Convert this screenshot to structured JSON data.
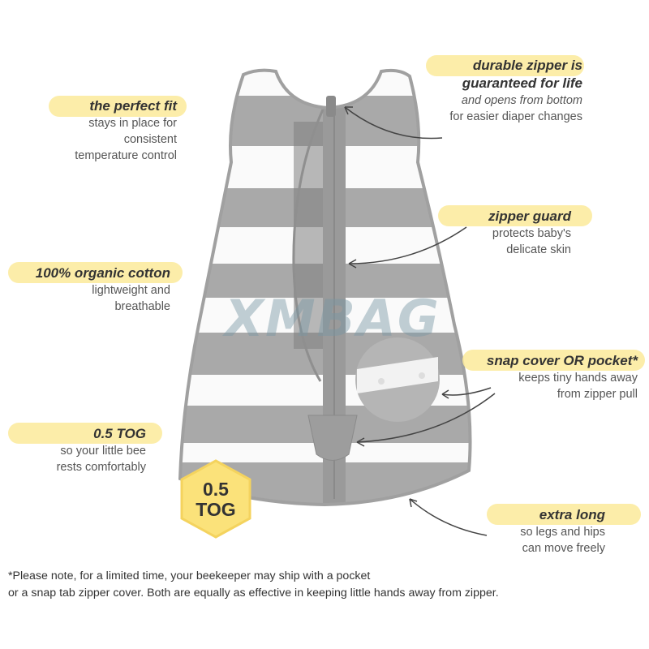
{
  "callouts": {
    "perfect_fit": {
      "title": "the perfect fit",
      "desc": [
        "stays in place for",
        "consistent",
        "temperature control"
      ]
    },
    "organic_cotton": {
      "title": "100% organic cotton",
      "desc": [
        "lightweight and",
        "breathable"
      ]
    },
    "tog": {
      "title": "0.5 TOG",
      "desc": [
        "so your little bee",
        "rests comfortably"
      ]
    },
    "durable_zipper": {
      "title": [
        "durable zipper is",
        "guaranteed for life"
      ],
      "desc_em": "and opens from bottom",
      "desc": [
        "for easier diaper changes"
      ]
    },
    "zipper_guard": {
      "title": "zipper guard",
      "desc": [
        "protects baby's",
        "delicate skin"
      ]
    },
    "snap_cover": {
      "title": "snap cover OR pocket*",
      "desc": [
        "keeps tiny hands away",
        "from zipper pull"
      ]
    },
    "extra_long": {
      "title": "extra long",
      "desc": [
        "so legs and hips",
        "can move freely"
      ]
    }
  },
  "badge": {
    "line1": "0.5",
    "line2": "TOG",
    "color": "#fbe27a"
  },
  "watermark": "XMBAG",
  "note": [
    "*Please note, for a limited time, your beekeeper may ship with a pocket",
    "or a snap tab zipper cover. Both are equally as effective  in keeping little hands away from zipper."
  ],
  "colors": {
    "gray_stripe": "#a9a9a9",
    "white_stripe": "#fafafa",
    "highlight": "#fbea9a",
    "text": "#555555"
  }
}
